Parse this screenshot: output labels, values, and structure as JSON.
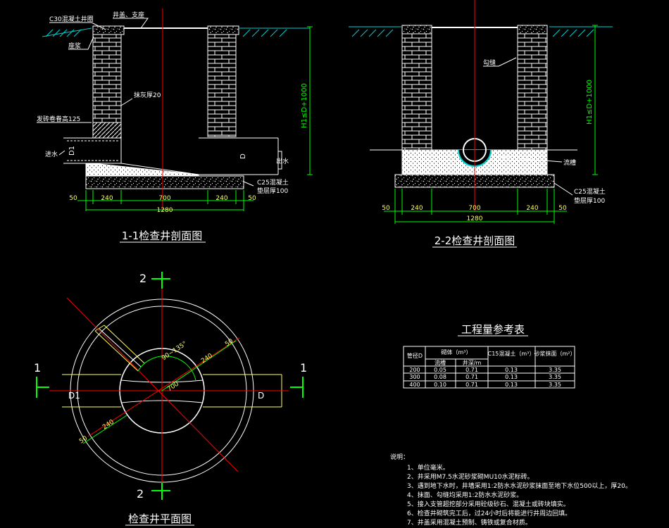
{
  "colors": {
    "background": "#000000",
    "outline": "#ffffff",
    "dimension": "#00ff00",
    "axis": "#ff0000",
    "ground": "#00d0d0",
    "pipe": "#ffff66",
    "table": "#ffffff"
  },
  "section_1_1": {
    "title": "1-1检查井剖面图",
    "labels": {
      "cover_concrete": "C30混凝土井圈",
      "cover_seat": "井盖、支座",
      "mortar_seat": "座浆",
      "plaster": "抹灰厚20",
      "brick_sill": "发砖卷眷高125",
      "inflow": "进水",
      "outflow": "出水",
      "d1": "D1",
      "d": "D",
      "height": "H1≤D+1000",
      "base_concrete": "C25混凝土",
      "cushion": "垫层厚100"
    },
    "dims": [
      "50",
      "240",
      "700",
      "240",
      "50"
    ],
    "total": "1280"
  },
  "section_2_2": {
    "title": "2-2检查井剖面图",
    "labels": {
      "pointing": "勾缝",
      "channel": "流槽",
      "height": "H1≤D+1000",
      "base_concrete": "C25混凝土",
      "cushion": "垫层厚100"
    },
    "dims": [
      "50",
      "240",
      "700",
      "240",
      "50"
    ],
    "total": "1280"
  },
  "plan": {
    "title": "检查井平面图",
    "marks": {
      "top": "2",
      "bottom": "2",
      "left": "1",
      "right": "1"
    },
    "labels": {
      "angle": "90~135°",
      "d1": "D1",
      "d": "D",
      "inner_diameter": "700",
      "wall_upper": "240",
      "edge_upper": "50",
      "wall_lower": "240",
      "edge_lower": "50"
    }
  },
  "quantity_table": {
    "title": "工程量参考表",
    "header": {
      "pipe_diameter": "管径D",
      "masonry": "砌体（m³）",
      "channel": "流槽",
      "per_meter": "井深/m",
      "c15_concrete": "C15混凝土（m³）",
      "mortar_plaster": "砂浆抹面（m²）"
    },
    "rows": [
      [
        "200",
        "0.05",
        "0.71",
        "0.13",
        "3.35"
      ],
      [
        "300",
        "0.08",
        "0.71",
        "0.13",
        "3.35"
      ],
      [
        "400",
        "0.10",
        "0.71",
        "0.13",
        "3.35"
      ]
    ]
  },
  "notes": {
    "heading": "说明：",
    "items": [
      "1、单位毫米。",
      "2、井采用M7.5水泥砂浆砌MU10水泥标砖。",
      "3、遇到地下水时，井墙采用1:2防水水泥砂浆抹面至地下水位500以上，厚20。",
      "4、抹面、勾缝均采用1:2防水水泥砂浆。",
      "5、接入支管超挖部分采用砼级砂石、混凝土或砖块填实。",
      "6、检查井砌筑完工后，过24小时后将能进行井周边回填。",
      "7、井盖采用混凝土预制、铸铁或复合材质。"
    ]
  }
}
